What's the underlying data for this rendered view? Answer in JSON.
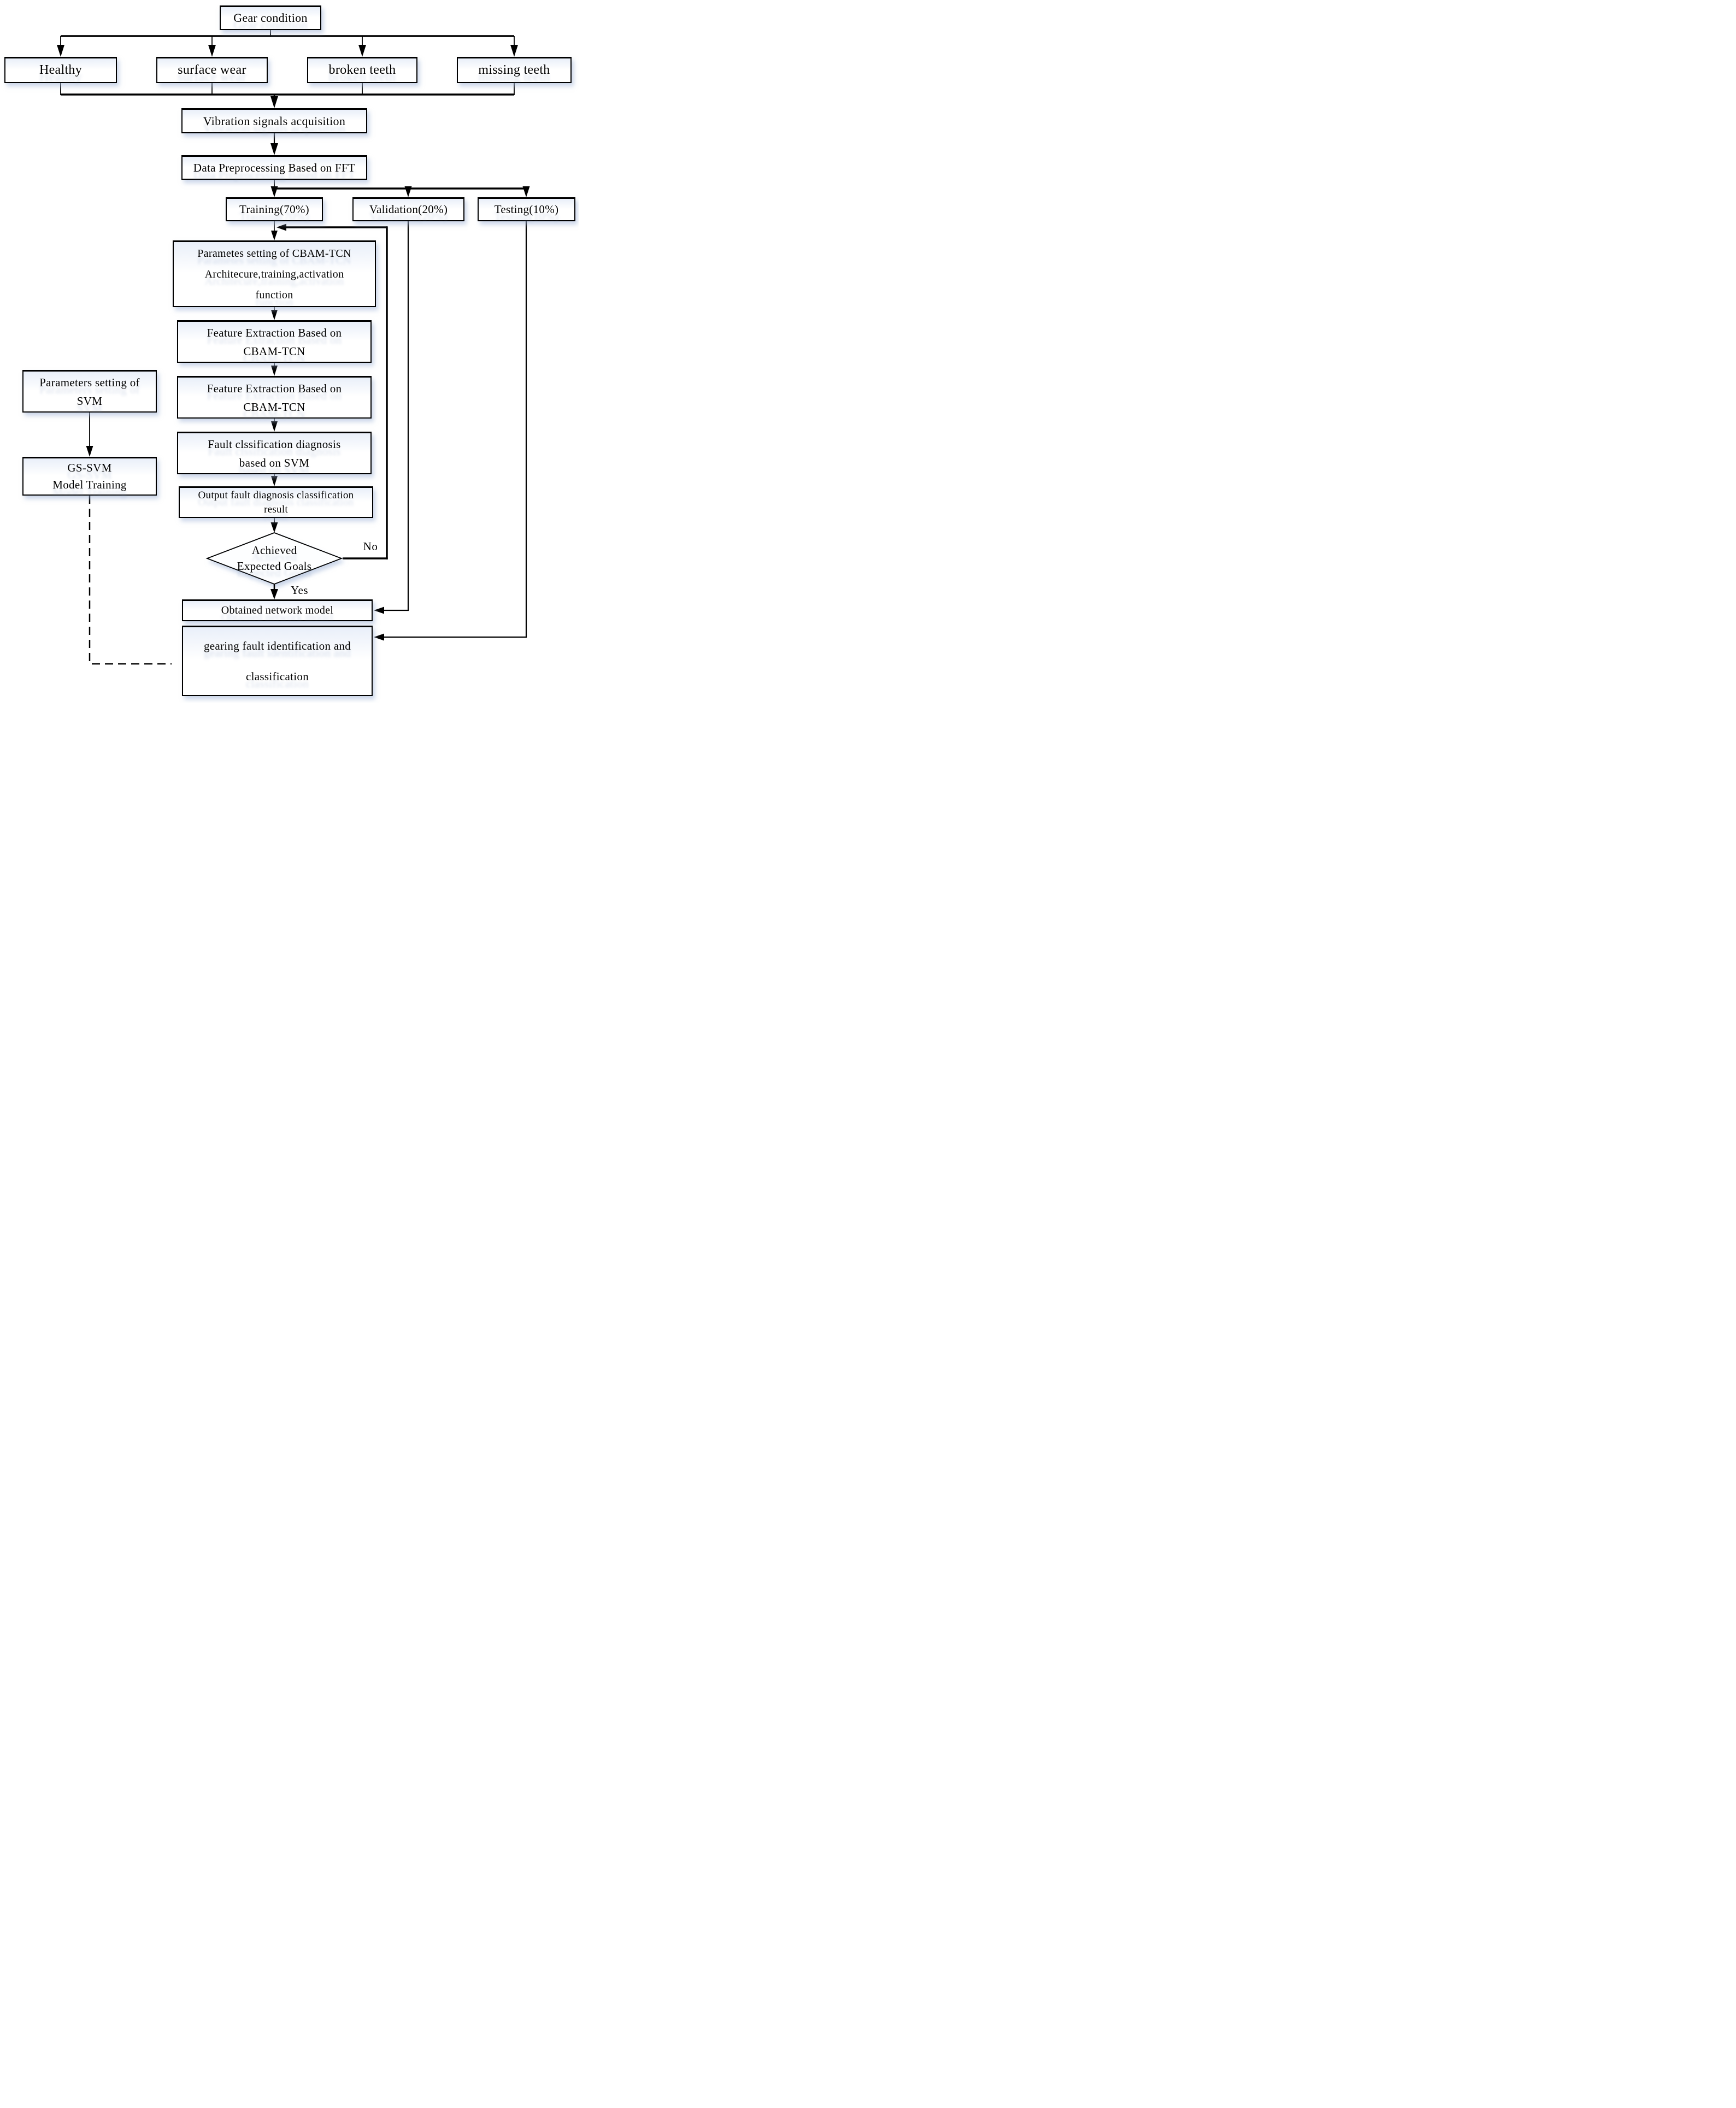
{
  "diagram": {
    "nodes": {
      "gear_condition": {
        "label": "Gear condition"
      },
      "healthy": {
        "label": "Healthy"
      },
      "surface_wear": {
        "label": "surface wear"
      },
      "broken_teeth": {
        "label": "broken teeth"
      },
      "missing_teeth": {
        "label": "missing teeth"
      },
      "vibration": {
        "label": "Vibration signals acquisition"
      },
      "fft": {
        "label": "Data Preprocessing Based on FFT"
      },
      "training": {
        "label": "Training(70%)"
      },
      "validation": {
        "label": "Validation(20%)"
      },
      "testing": {
        "label": "Testing(10%)"
      },
      "params_cbam": {
        "lines": [
          "Parametes setting of  CBAM-TCN",
          "Architecure,training,activation",
          "function"
        ]
      },
      "feature_extraction_1": {
        "lines": [
          "Feature Extraction Based on",
          "CBAM-TCN"
        ]
      },
      "feature_extraction_2": {
        "lines": [
          "Feature Extraction Based on",
          "CBAM-TCN"
        ]
      },
      "fault_classification": {
        "lines": [
          "Fault clssification diagnosis",
          "based on SVM"
        ]
      },
      "output_result": {
        "lines": [
          "Output fault diagnosis classification",
          "result"
        ]
      },
      "decision": {
        "lines": [
          "Achieved",
          "Expected Goals"
        ]
      },
      "obtained_model": {
        "label": "Obtained network model"
      },
      "gearing_fault": {
        "lines": [
          "gearing fault identification and",
          "classification"
        ]
      },
      "params_svm": {
        "lines": [
          "Parameters setting of",
          "SVM"
        ]
      },
      "gs_svm": {
        "lines": [
          "GS-SVM",
          "Model Training"
        ]
      }
    },
    "edge_labels": {
      "no": "No",
      "yes": "Yes"
    },
    "colors": {
      "line": "#000000",
      "box_border": "#000000",
      "box_fill_top": "#e9eff9",
      "shadow": "rgba(160,180,215,0.55)",
      "text": "#000000",
      "background": "#ffffff"
    }
  }
}
